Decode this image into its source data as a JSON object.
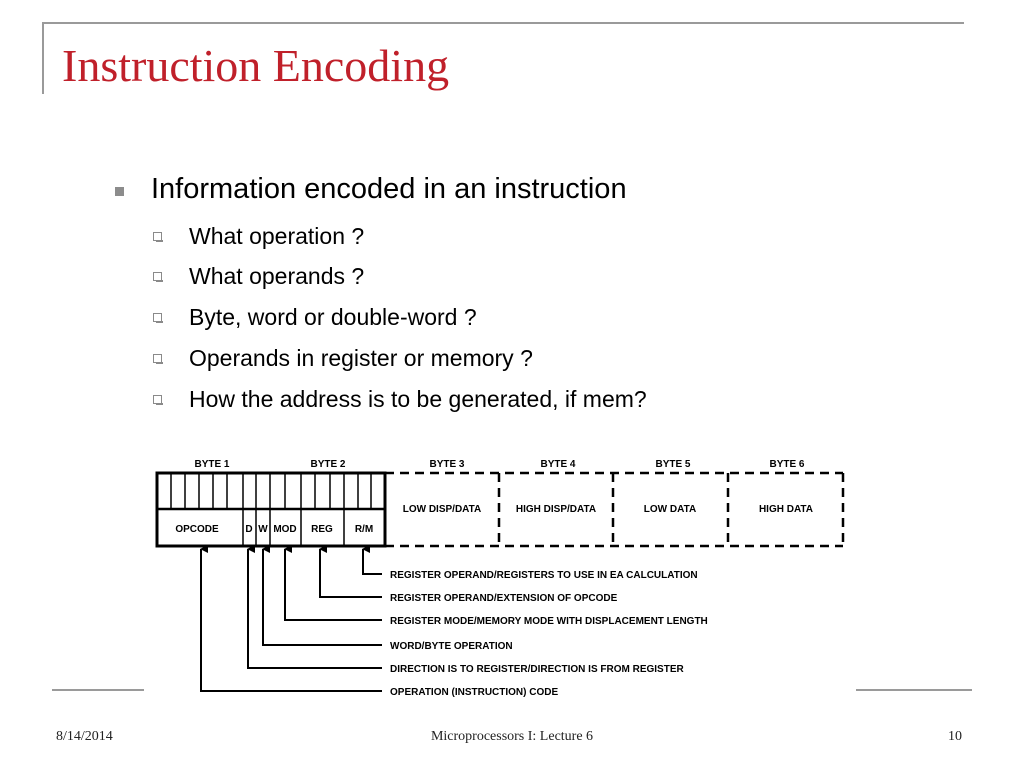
{
  "slide": {
    "title": "Instruction Encoding",
    "bullet": "Information encoded in an instruction",
    "subbullets": [
      "What operation ?",
      "What operands ?",
      "Byte, word or double-word ?",
      "Operands in register or memory ?",
      "How the address is to be generated, if mem?"
    ]
  },
  "diagram": {
    "bytes": [
      "BYTE 1",
      "BYTE 2",
      "BYTE 3",
      "BYTE 4",
      "BYTE 5",
      "BYTE 6"
    ],
    "fields": {
      "opcode": "OPCODE",
      "d": "D",
      "w": "W",
      "mod": "MOD",
      "reg": "REG",
      "rm": "R/M",
      "low_disp": "LOW DISP/DATA",
      "high_disp": "HIGH DISP/DATA",
      "low_data": "LOW DATA",
      "high_data": "HIGH DATA"
    },
    "descriptions": [
      "REGISTER OPERAND/REGISTERS TO USE IN EA CALCULATION",
      "REGISTER OPERAND/EXTENSION OF OPCODE",
      "REGISTER MODE/MEMORY MODE WITH DISPLACEMENT LENGTH",
      "WORD/BYTE OPERATION",
      "DIRECTION IS TO REGISTER/DIRECTION IS FROM REGISTER",
      "OPERATION (INSTRUCTION) CODE"
    ]
  },
  "footer": {
    "date": "8/14/2014",
    "course": "Microprocessors I:  Lecture 6",
    "page": "10"
  }
}
